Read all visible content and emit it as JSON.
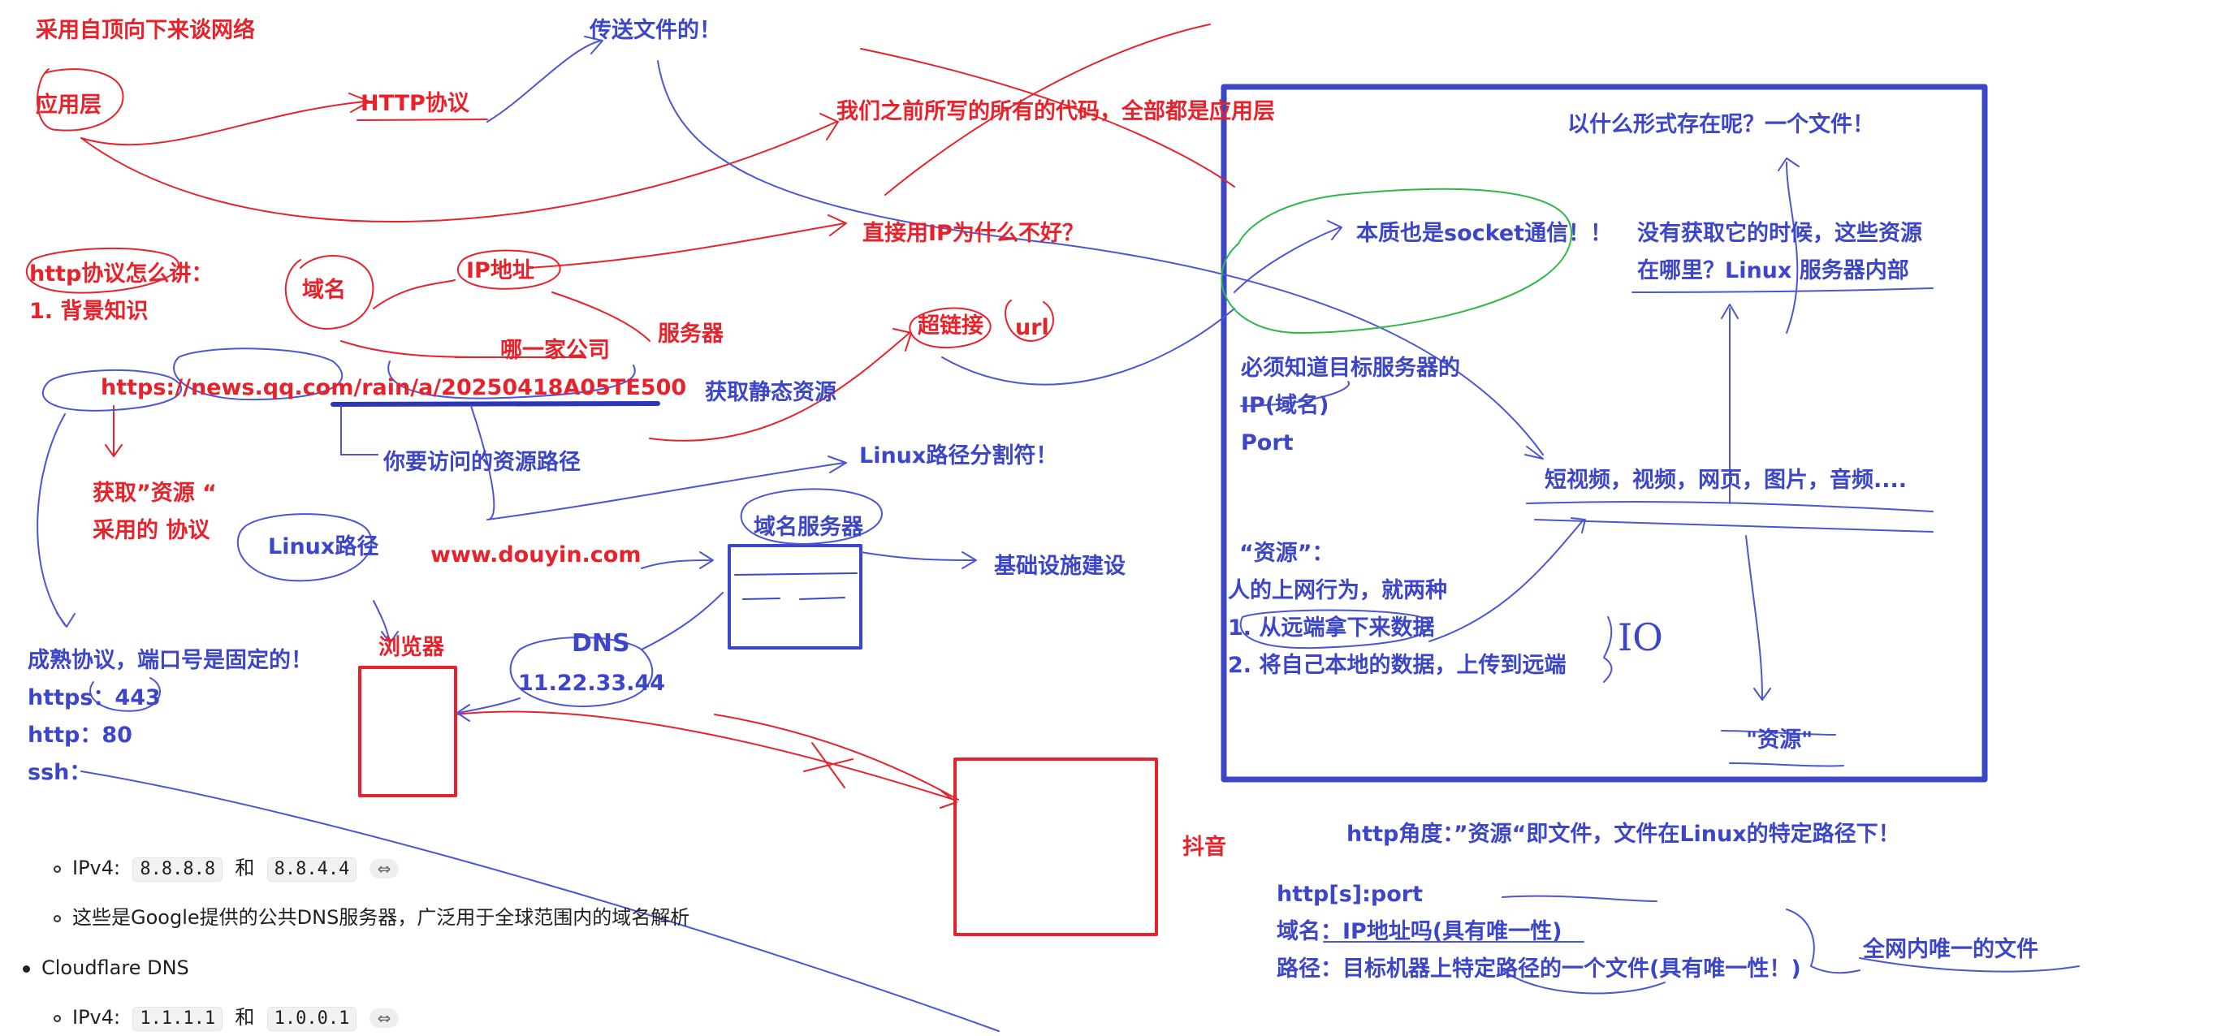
{
  "colors": {
    "red": "#e8222b",
    "blue": "#3c46c8",
    "green": "#2fb84a",
    "ink_blue": "#4b55d6"
  },
  "notes": {
    "top_down": "采用自顶向下来谈网络",
    "app_layer": "应用层",
    "http_protocol": "HTTP协议",
    "transfer_file": "传送文件的！",
    "all_code_app_layer": "我们之前所写的所有的代码，全部都是应用层",
    "why_not_ip": "直接用IP为什么不好？",
    "http_how": "http协议怎么讲：",
    "background": "1. 背景知识",
    "domain": "域名",
    "ip_addr": "IP地址",
    "which_company": "哪一家公司",
    "server": "服务器",
    "hyperlink": "超链接",
    "url": "url",
    "sample_url": "https://news.qq.com/rain/a/20250418A05TE500",
    "get_static": "获取静态资源",
    "resource_path": "你要访问的资源路径",
    "linux_sep": "Linux路径分割符！",
    "get_resource": "获取”资源 “",
    "protocol_used": "采用的 协议",
    "linux_path": "Linux路径",
    "douyin_domain": "www.douyin.com",
    "dns_server": "域名服务器",
    "infra": "基础设施建设",
    "mature_protocol": "成熟协议，端口号是固定的！",
    "https_port": "https：443",
    "http_port": "http：80",
    "ssh": "ssh：",
    "browser": "浏览器",
    "dns": "DNS",
    "dns_ip": "11.22.33.44",
    "douyin": "抖音",
    "what_form": "以什么形式存在呢？一个文件！",
    "socket": "本质也是socket通信！！",
    "where_resource_1": "没有获取它的时候，这些资源",
    "where_resource_2": "在哪里？Linux 服务器内部",
    "must_know_1": "必须知道目标服务器的",
    "must_know_2": "IP(域名)",
    "must_know_3": "Port",
    "media": "短视频，视频，网页，图片，音频....",
    "resource_q": "“资源”：",
    "two_behaviors": "人的上网行为，就两种",
    "behavior_1": "1. 从远端拿下来数据",
    "behavior_2": "2. 将自己本地的数据，上传到远端",
    "io": "IO",
    "resource_box": "\"资源\"",
    "http_view": "http角度：”资源“即文件，文件在Linux的特定路径下！",
    "http_port_fmt": "http[s]:port",
    "domain_unique": "域名：IP地址吗(具有唯一性)",
    "path_unique": "路径：目标机器上特定路径的一个文件(具有唯一性！)",
    "unique_file": "全网内唯一的文件"
  },
  "doc": {
    "google_label": "IPv4:",
    "google_ip1": "8.8.8.8",
    "and1": "和",
    "google_ip2": "8.8.4.4",
    "link_glyph": "⇔",
    "google_desc": "这些是Google提供的公共DNS服务器，广泛用于全球范围内的域名解析",
    "cloudflare": "Cloudflare DNS",
    "cf_label": "IPv4:",
    "cf_ip1": "1.1.1.1",
    "and2": "和",
    "cf_ip2": "1.0.0.1"
  }
}
